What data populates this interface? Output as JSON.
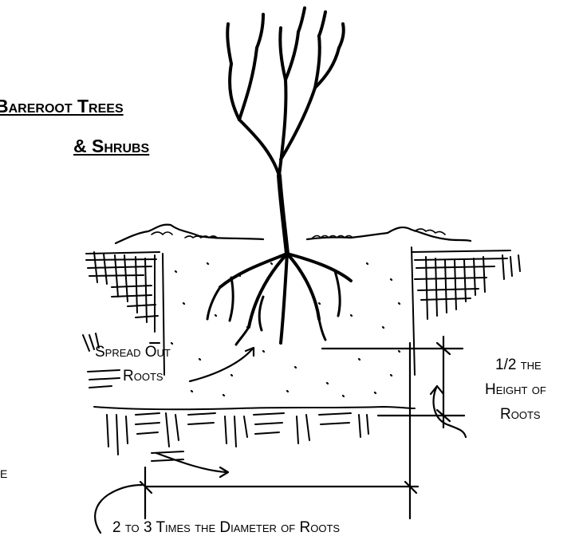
{
  "title": {
    "line1": "Bareroot Trees",
    "line2": "& Shrubs"
  },
  "labels": {
    "spread_line1": "Spread Out",
    "spread_line2": "Roots",
    "half_line1": "1/2 the",
    "half_line2": "Height of",
    "half_line3": "Roots",
    "width": "2 to 3 Times the Diameter of Roots",
    "edge_fragment": "E"
  },
  "colors": {
    "ink": "#000000",
    "paper": "#ffffff"
  }
}
